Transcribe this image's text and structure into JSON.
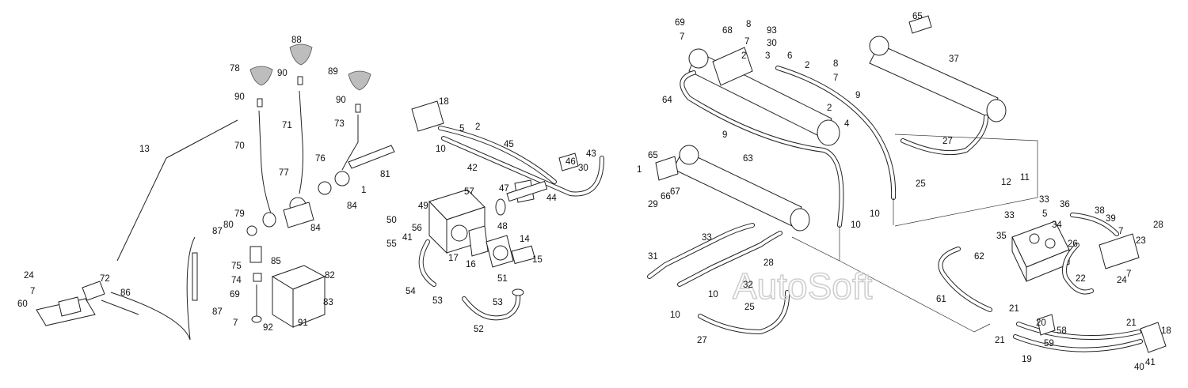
{
  "watermark": "AutoSoft",
  "callouts": [
    "1",
    "2",
    "3",
    "4",
    "5",
    "6",
    "7",
    "8",
    "9",
    "10",
    "11",
    "12",
    "13",
    "14",
    "15",
    "16",
    "17",
    "18",
    "19",
    "20",
    "21",
    "22",
    "23",
    "24",
    "25",
    "26",
    "27",
    "28",
    "29",
    "30",
    "31",
    "32",
    "33",
    "34",
    "35",
    "36",
    "37",
    "38",
    "39",
    "40",
    "41",
    "42",
    "43",
    "44",
    "45",
    "46",
    "47",
    "48",
    "49",
    "50",
    "51",
    "52",
    "53",
    "54",
    "55",
    "56",
    "57",
    "58",
    "59",
    "60",
    "61",
    "62",
    "63",
    "64",
    "65",
    "66",
    "67",
    "68",
    "69",
    "70",
    "71",
    "72",
    "73",
    "74",
    "75",
    "76",
    "77",
    "78",
    "79",
    "80",
    "81",
    "82",
    "83",
    "84",
    "85",
    "86",
    "87",
    "88",
    "89",
    "90",
    "91",
    "92",
    "93"
  ],
  "groups": {
    "levers": "control-levers",
    "pump": "pump-assembly",
    "cylinders": "lift-cylinders",
    "valve": "distributor-valve"
  }
}
